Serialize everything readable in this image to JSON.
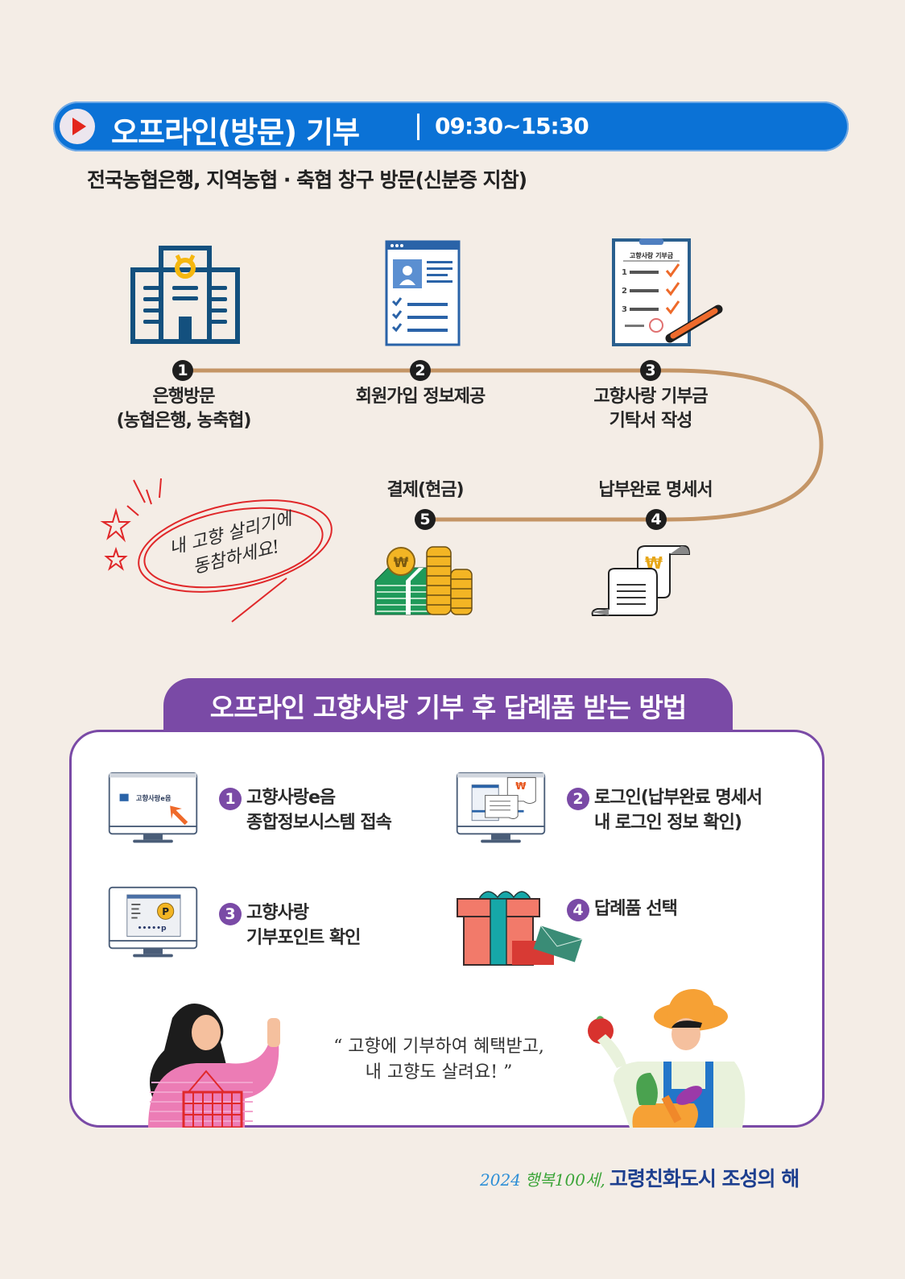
{
  "header": {
    "play_icon": "play-icon",
    "title": "오프라인(방문) 기부",
    "hours": "09:30~15:30",
    "subtitle": "전국농협은행, 지역농협 · 축협 창구 방문(신분증 지참)"
  },
  "timeline": {
    "steps": [
      {
        "number": "1",
        "icon": "bank-building-icon",
        "label_line1": "은행방문",
        "label_line2": "(농협은행, 농축협)"
      },
      {
        "number": "2",
        "icon": "membership-form-icon",
        "label_line1": "회원가입 정보제공",
        "label_line2": ""
      },
      {
        "number": "3",
        "icon": "clipboard-checklist-icon",
        "label_line1": "고향사랑 기부금",
        "label_line2": "기탁서 작성",
        "clipboard_heading": "고향사랑 기부금"
      },
      {
        "number": "4",
        "icon": "receipt-scroll-icon",
        "label_line1": "납부완료 명세서",
        "label_line2": "",
        "currency_symbol": "₩"
      },
      {
        "number": "5",
        "icon": "cash-and-coins-icon",
        "label_line1": "결제(현금)",
        "label_line2": "",
        "currency_symbol": "₩"
      }
    ],
    "track_color": "#c49566"
  },
  "note": {
    "line1": "내 고향 살리기에",
    "line2": "동참하세요!",
    "ink_color": "#e0282a"
  },
  "reward_section": {
    "title": "오프라인 고향사랑 기부 후 답례품 받는 방법",
    "accent_color": "#7a4aa6",
    "items": [
      {
        "number": "1",
        "line1": "고향사랑e음",
        "line2": "종합정보시스템 접속",
        "icon": "monitor-website-icon",
        "screen_text": "고향사랑e음"
      },
      {
        "number": "2",
        "line1": "로그인(납부완료 명세서",
        "line2": "내 로그인 정보 확인)",
        "icon": "monitor-receipt-icon",
        "currency_symbol": "₩"
      },
      {
        "number": "3",
        "line1": "고향사랑",
        "line2": "기부포인트 확인",
        "icon": "monitor-points-icon",
        "points_text": "•••••p",
        "badge": "P"
      },
      {
        "number": "4",
        "line1": "답례품 선택",
        "line2": "",
        "icon": "gift-box-icon"
      }
    ],
    "quote_line1": "“ 고향에 기부하여 혜택받고,",
    "quote_line2": "내 고향도 살려요! ”"
  },
  "footer": {
    "year": "2024",
    "slogan_part1": "행복100세,",
    "slogan_part2": "고령친화도시 조성의 해"
  }
}
